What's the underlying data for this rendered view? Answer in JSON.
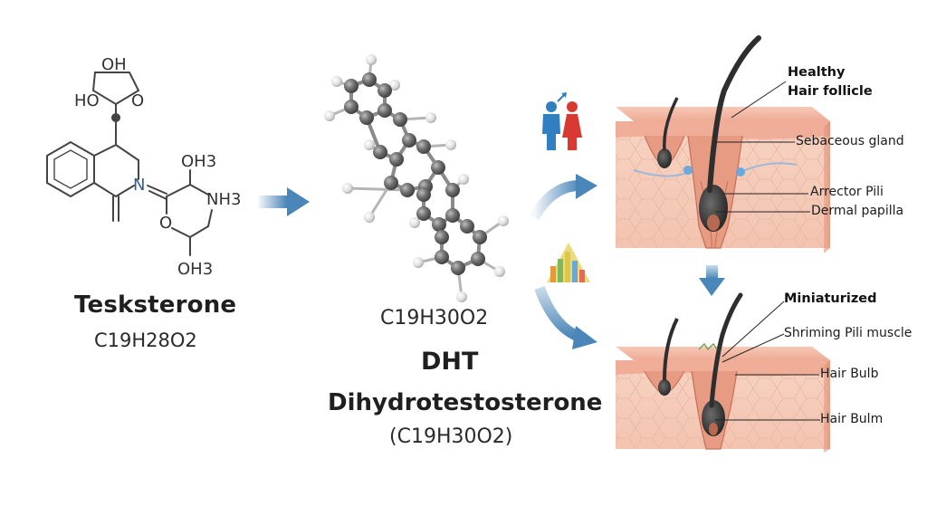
{
  "testosterone": {
    "name": "Tesksterone",
    "formula": "C19H28O2",
    "atom_labels": [
      "OH",
      "HO",
      "O",
      "N",
      "OH3",
      "NH3",
      "O",
      "OH3"
    ]
  },
  "dht": {
    "formula_top": "C19H30O2",
    "short_name": "DHT",
    "full_name": "Dihydrotestosterone",
    "formula_bottom": "(C19H30O2)"
  },
  "healthy": {
    "title_line1": "Healthy",
    "title_line2": "Hair follicle",
    "labels": [
      "Sebaceous gland",
      "Arrector Pili",
      "Dermal papilla"
    ]
  },
  "miniaturized": {
    "title": "Miniaturized",
    "labels": [
      "Shriming Pili muscle",
      "Hair Bulb",
      "Hair Bulm"
    ]
  },
  "icons": [
    "people-male-female-icon",
    "pyramid-chart-icon"
  ],
  "colors": {
    "skin_top": "#f1b9a5",
    "skin_body": "#f7d6c6",
    "hair": "#2e2e2e",
    "arrow": "#4a86b8",
    "male": "#2f7fc1",
    "female": "#d83a33"
  }
}
